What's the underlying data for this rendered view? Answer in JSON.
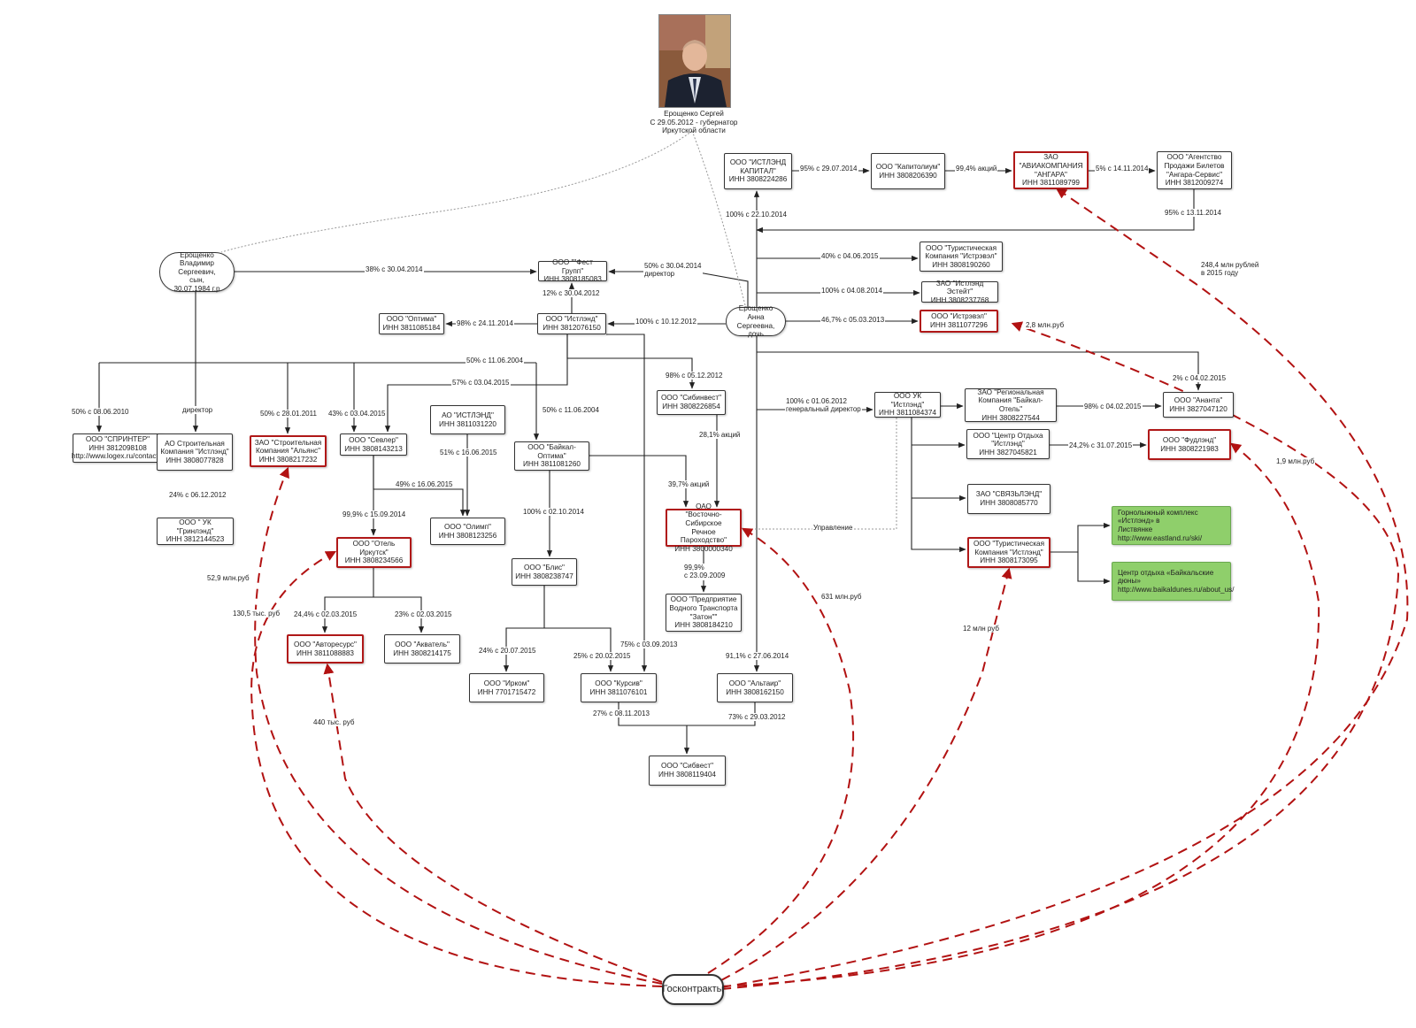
{
  "colors": {
    "line": "#222222",
    "red_border": "#b01818",
    "contract_arrow": "#b21212",
    "green_fill": "#8fcf6b",
    "dotted": "#999999"
  },
  "person": {
    "caption": "Ерощенко Сергей\nС 29.05.2012 - губернатор\nИркутской области",
    "photo_icon": "portrait-photo"
  },
  "nodes": {
    "son": "Ерощенко\nВладимир Сергеевич,\nсын,\n30.07.1984 г.р",
    "daughter": "Ерощенко\nАнна Сергеевна,\nдочь",
    "fest_group": "ООО \"\"Фест Групп\"\nИНН 3808185083",
    "istlend": "ООО \"Истлэнд\"\nИНН 3812076150",
    "optima": "ООО \"Оптима\"\nИНН 3811085184",
    "istlend_capital": "ООО \"ИСТЛЭНД\nКАПИТАЛ\"\nИНН 3808224286",
    "kapitolium": "ООО  \"Капитолиум\"\nИНН 3808206390",
    "angara": "ЗАО\n\"АВИАКОМПАНИЯ\n\"АНГАРА\"\nИНН 3811089799",
    "angara_service": "ООО \"Агентство\nПродажи Билетов\n\"Ангара-Сервис\"\nИНН 3812009274",
    "istravel_company": "ООО \"Туристическая\nКомпания \"Истрэвэл\"\nИНН 3808190260",
    "istlend_estate": "ЗАО \"Истлэнд Эстейт\"\nИНН 3808237768",
    "istravel": "ООО \"Истрэвэл\"\nИНН 3811077296",
    "sprinter": "ООО \"СПРИНТЕР\"\nИНН 3812098108\nhttp://www.logex.ru/contacts/",
    "ao_stroy": "АО Строительная\nКомпания \"Истлэнд\"\nИНН 3808077828",
    "zao_alyans": "ЗАО \"Строительная\nКомпания \"Альянс\"\nИНН 3808217232",
    "sevler": "ООО \"Севлер\"\nИНН 3808143213",
    "ao_istlend": "АО \"ИСТЛЭНД\"\nИНН 3811031220",
    "baikal_optima": "ООО \"Байкал-Оптима\"\nИНН 3811081260",
    "sibinvest": "ООО \"Сибинвест\"\nИНН 3808226854",
    "uk_istlend": "ООО УК \"Истлэнд\"\nИНН 3811084374",
    "baikal_hotel": "ЗАО \"Региональная\nКомпания \"Байкал-Отель\"\nИНН 3808227544",
    "ananta": "ООО \"Ананта\"\nИНН 3827047120",
    "center_istlend": "ООО \"Центр Отдыха\n\"Истлэнд\"\nИНН 3827045821",
    "fudlend": "ООО \"Фудлэнд\"\nИНН 3808221983",
    "svyazlend": "ЗАО \"СВЯЗЬЛЭНД\"\nИНН 3808085770",
    "tour_istlend": "ООО \"Туристическая\nКомпания \"Истлэнд\"\nИНН 3808173095",
    "ski": "Горнолыжный комплекс «Истлэнд» в\nЛиствянке http://www.eastland.ru/ski/",
    "dunes": "Центр отдыха «Байкальские дюны»\nhttp://www.baikaldunes.ru/about_us/",
    "uk_grinlend": "ООО \" УК \"Гринлэнд\"\nИНН 3812144523",
    "hotel_irkutsk": "ООО \"Отель Иркутск\"\nИНН 3808234566",
    "olimp": "ООО \"Олимп\"\nИНН 3808123256",
    "vsrp": "ОАО\n\"Восточно-Сибирское\nРечное Пароходство\"\nИНН 3800000340",
    "zaton": "ООО \"Предприятие\nВодного Транспорта\n\"Затон\"\"\nИНН 3808184210",
    "blis": "ООО \"Блис\"\nИНН 3808238747",
    "avtoresurs": "ООО \"Авторесурс\"\nИНН 3811088883",
    "akvatel": "ООО \"Акватель\"\nИНН 3808214175",
    "irkom": "ООО \"Ирком\"\nИНН 7701715472",
    "kursiv": "ООО \"Курсив\"\nИНН 3811076101",
    "altair": "ООО \"Альтаир\"\nИНН 3808162150",
    "sibvest": "ООО \"Сибвест\"\nИНН 3808119404",
    "goskontrakty": "Госконтракты"
  },
  "edge_labels": {
    "son_fest": "38% с 30.04.2014",
    "dau_fest": "50% с 30.04.2014\nдиректор",
    "ist_fest": "12% с 30.04.2012",
    "ist_optima": "98% с 24.11.2014",
    "dau_ist": "100% с 10.12.2012",
    "cap_100": "100% с 22.10.2014",
    "cap_kap": "95% с 29.07.2014",
    "kap_ang": "99,4% акций",
    "ang_serv": "5% с 14.11.2014",
    "serv_95": "95% с 13.11.2014",
    "dau_istravel_co": "40% с 04.06.2015",
    "dau_estate": "100% с 04.08.2014",
    "dau_istravel": "46,7% с 05.03.2013",
    "istravel_money": "2,8 млн.руб",
    "angara_money": "248,4 млн рублей\nв 2015 году",
    "e50_2004": "50% с 11.06.2004",
    "e57": "57% с 03.04.2015",
    "sprinter_50": "50% с 08.06.2010",
    "ao_director": "директор",
    "alyans_50": "50% с 28.01.2011",
    "sevler_43": "43% с 03.04.2015",
    "bo_50": "50% с 11.06.2004",
    "sib_98": "98% с 05.12.2012",
    "ao_51": "51% с 16.06.2015",
    "sib_28": "28,1% акций",
    "bo_39": "39,7% акций",
    "uk_100": "100% с 01.06.2012\nгенеральный директор",
    "bh_98": "98% с 04.02.2015",
    "an_2": "2% с 04.02.2015",
    "co_24": "24,2% с 31.07.2015",
    "fud_money": "1,9 млн.руб",
    "uk_24": "24% с 06.12.2012",
    "sev_49": "49% с 16.06.2015",
    "sev_99": "99,9% с 15.09.2014",
    "bo_100": "100% с 02.10.2014",
    "vsrp_99": "99,9%\nс 23.09.2009",
    "upravlenie": "Управление",
    "vsrp_money": "631 млн.руб",
    "tour_money": "12 млн руб",
    "alyans_money": "52,9 млн.руб",
    "hotel_money": "130,5 тыс. руб",
    "avt_money": "440 тыс. руб",
    "ho_24": "24,4% с 02.03.2015",
    "ho_23": "23% с 02.03.2015",
    "blis_24": "24% с 20.07.2015",
    "blis_25": "25% с 20.02.2015",
    "kursiv_75": "75% с 03.09.2013",
    "altair_91": "91,1% с 27.06.2014",
    "kursiv_27": "27% с 08.11.2013",
    "altair_73": "73% с 29.03.2012"
  }
}
